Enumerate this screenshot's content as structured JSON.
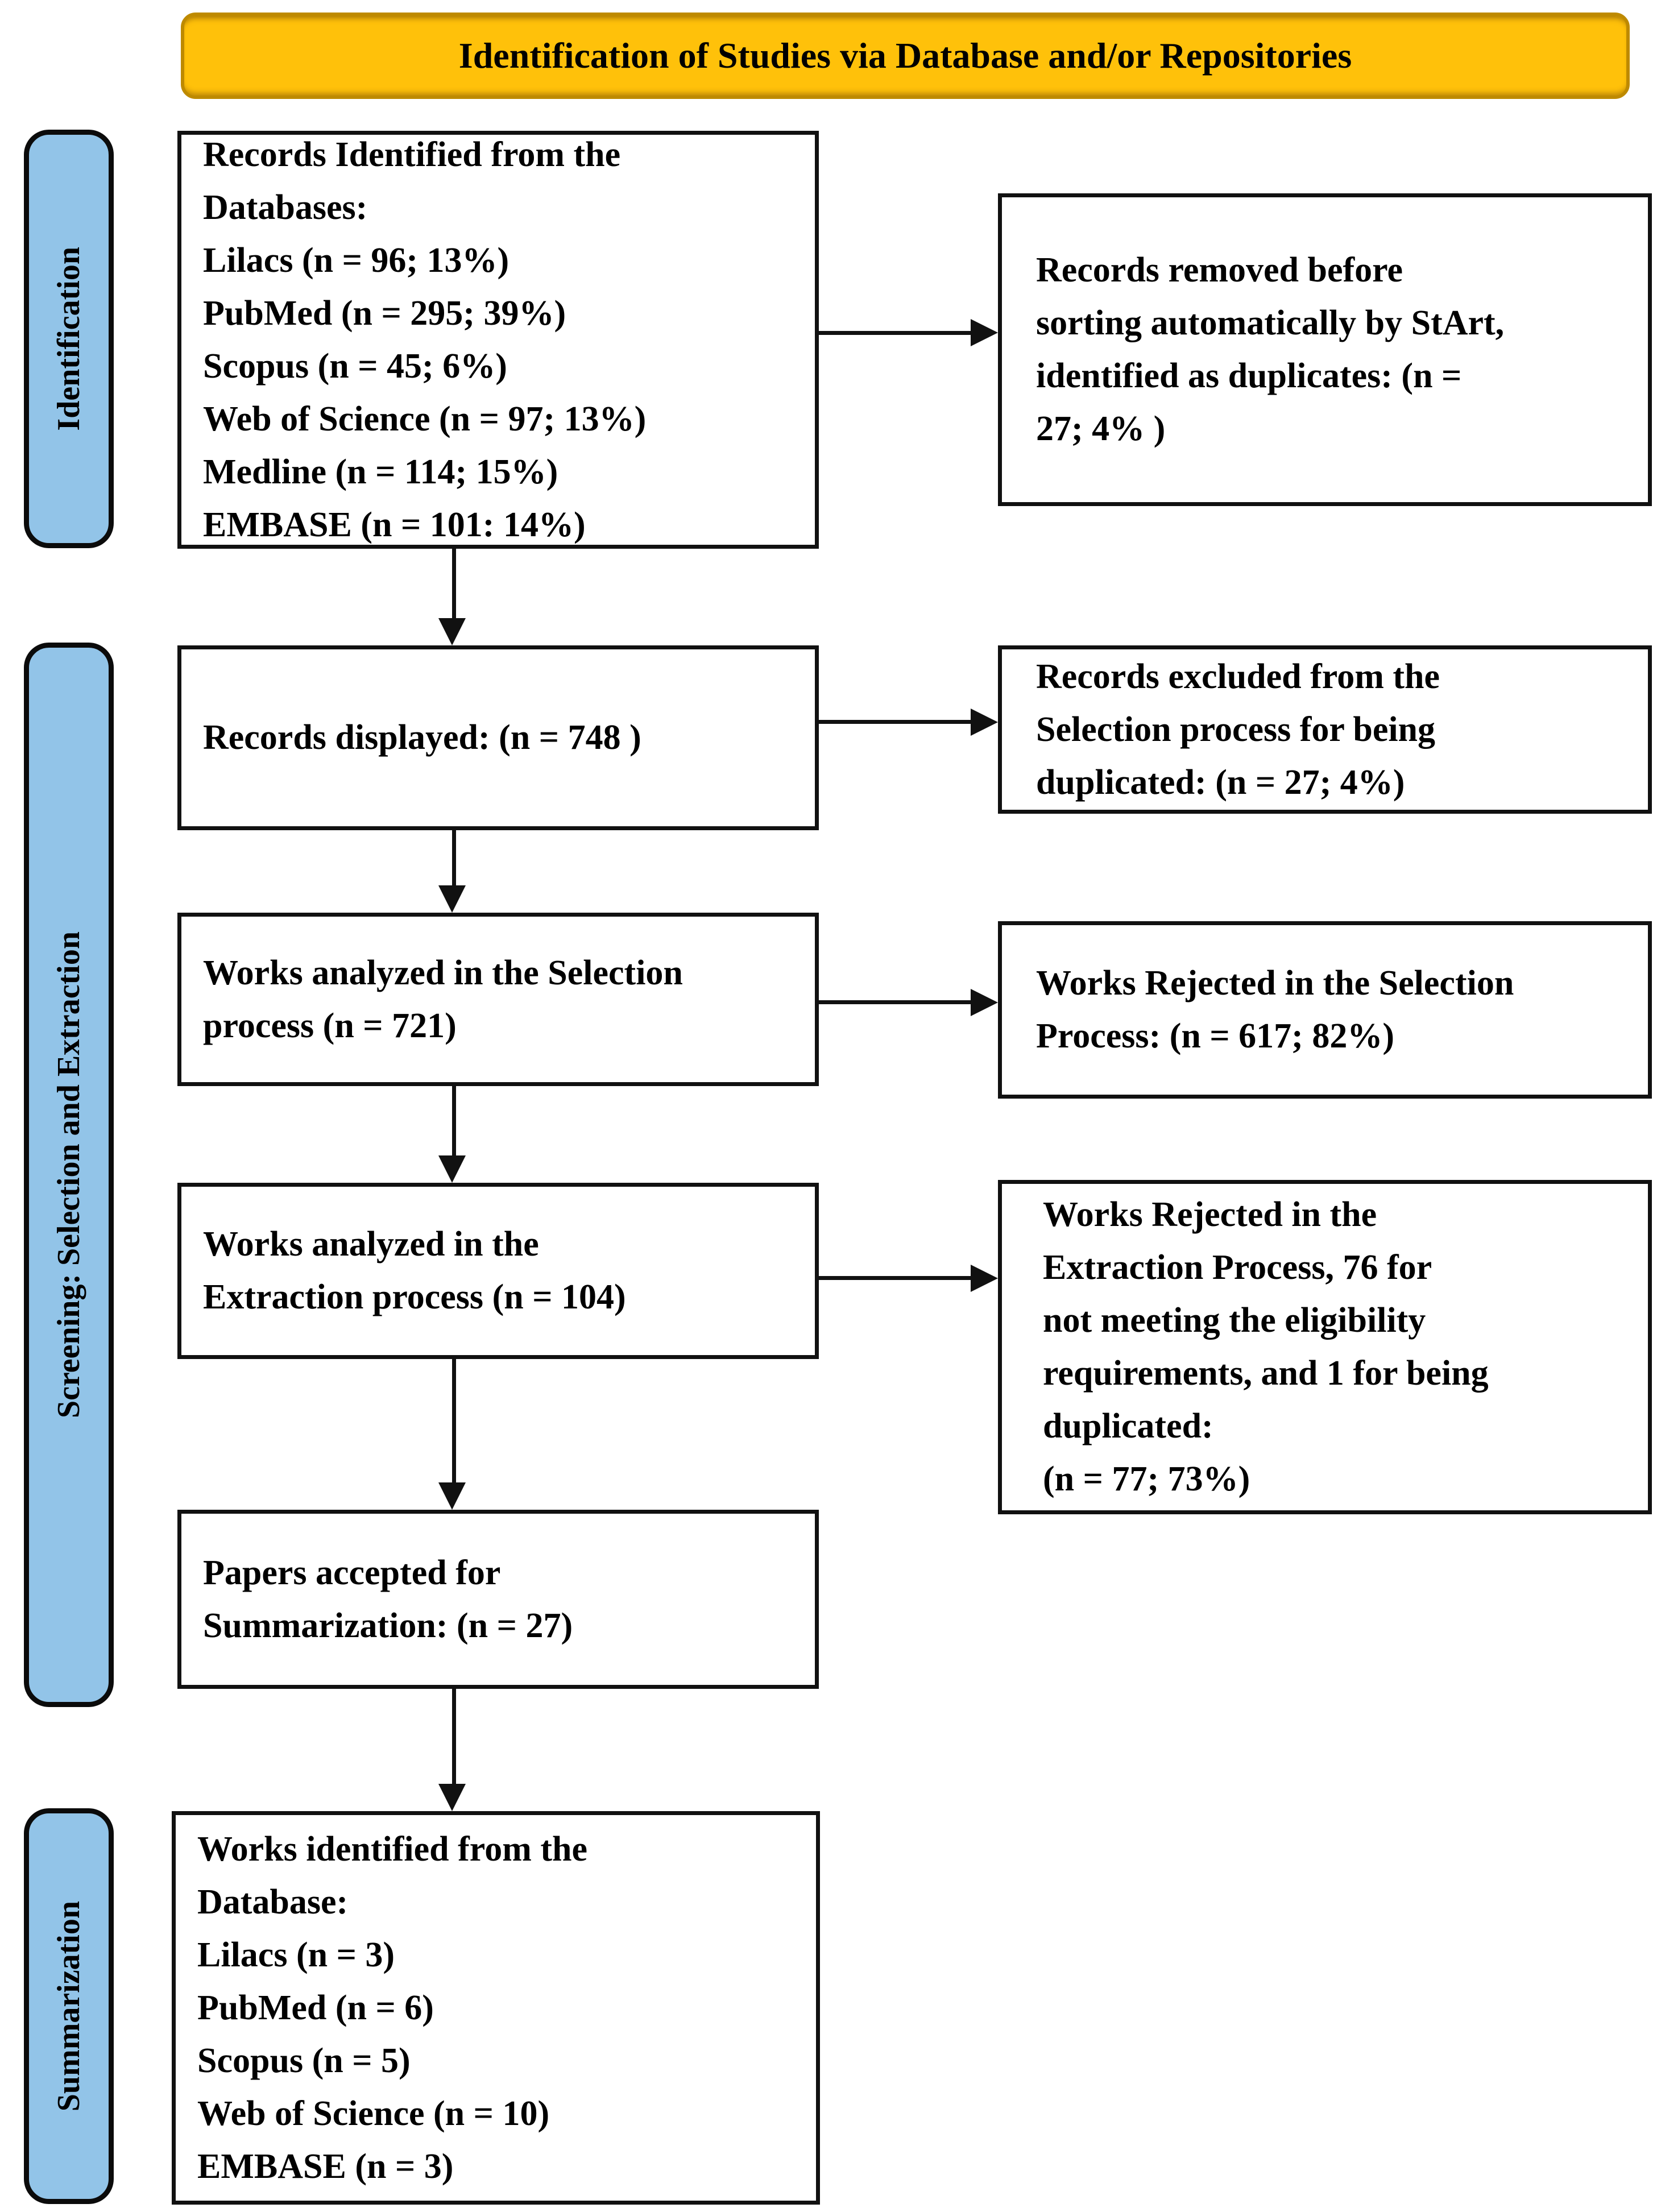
{
  "header": {
    "title": "Identification of Studies via Database and/or Repositories"
  },
  "sidebar": {
    "stages": [
      {
        "label": "Identification"
      },
      {
        "label": "Screening: Selection and Extraction"
      },
      {
        "label": "Summarization"
      }
    ]
  },
  "flow": {
    "main": [
      {
        "lines": [
          "Records Identified from the",
          "Databases:",
          "Lilacs (n = 96; 13%)",
          "PubMed (n = 295; 39%)",
          "Scopus (n = 45; 6%)",
          "Web of Science (n = 97; 13%)",
          "Medline (n = 114; 15%)",
          "EMBASE (n = 101: 14%)"
        ]
      },
      {
        "lines": [
          "Records displayed: (n = 748 )"
        ]
      },
      {
        "lines": [
          "Works analyzed in the Selection",
          "process (n = 721)"
        ]
      },
      {
        "lines": [
          "Works analyzed in the",
          "Extraction process (n = 104)"
        ]
      },
      {
        "lines": [
          "Papers accepted for",
          "Summarization:  (n = 27)"
        ]
      },
      {
        "lines": [
          "Works identified from the",
          "Database:",
          "Lilacs (n = 3)",
          "PubMed (n = 6)",
          "Scopus (n = 5)",
          "Web of Science (n = 10)",
          "EMBASE (n = 3)"
        ]
      }
    ],
    "side": [
      {
        "lines": [
          "Records removed before",
          "sorting automatically by StArt,",
          "identified as duplicates: (n =",
          "27; 4% )"
        ]
      },
      {
        "lines": [
          "Records excluded from the",
          "Selection process for being",
          "duplicated:  (n = 27; 4%)"
        ]
      },
      {
        "lines": [
          "Works Rejected in the Selection",
          "Process:  (n = 617; 82%)"
        ]
      },
      {
        "lines": [
          "Works Rejected in the",
          "Extraction Process, 76 for",
          "not meeting the eligibility",
          "requirements, and 1 for being",
          "duplicated:",
          "(n = 77; 73%)"
        ]
      }
    ]
  },
  "colors": {
    "banner_bg": "#FFC10A",
    "banner_border": "#BE8A00",
    "stage_fill": "#92C4E8",
    "box_border": "#111111",
    "arrow": "#111111",
    "text": "#000000"
  }
}
